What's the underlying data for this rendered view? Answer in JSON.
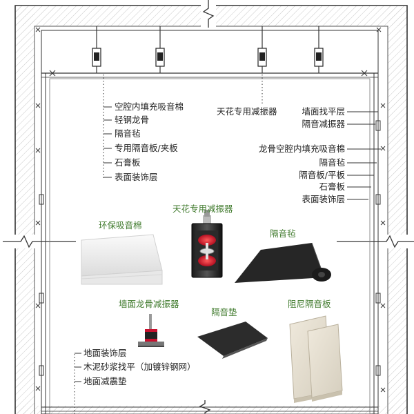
{
  "left_labels": [
    "空腔内填充吸音棉",
    "轻钢龙骨",
    "隔音毡",
    "专用隔音板/夹板",
    "石膏板",
    "表面装饰层"
  ],
  "ceiling_label": "天花专用减振器",
  "right_top_labels": [
    "墙面找平层",
    "隔音减振器"
  ],
  "right_labels": [
    "龙骨空腔内填充吸音棉",
    "隔音毡",
    "隔音板/平板",
    "石膏板",
    "表面装饰层"
  ],
  "floor_labels": [
    "地面装饰层",
    "木泥砂浆找平（加镀锌钢网）",
    "地面减震垫"
  ],
  "products": {
    "ceiling_damper": "天花专用减振器",
    "wool": "环保吸音棉",
    "felt": "隔音毡",
    "wall_damper": "墙面龙骨减振器",
    "pad": "隔音垫",
    "board": "阻尼隔音板"
  },
  "colors": {
    "caption": "#3f7a2c",
    "damper_red": "#c8102e",
    "line": "#222222"
  }
}
